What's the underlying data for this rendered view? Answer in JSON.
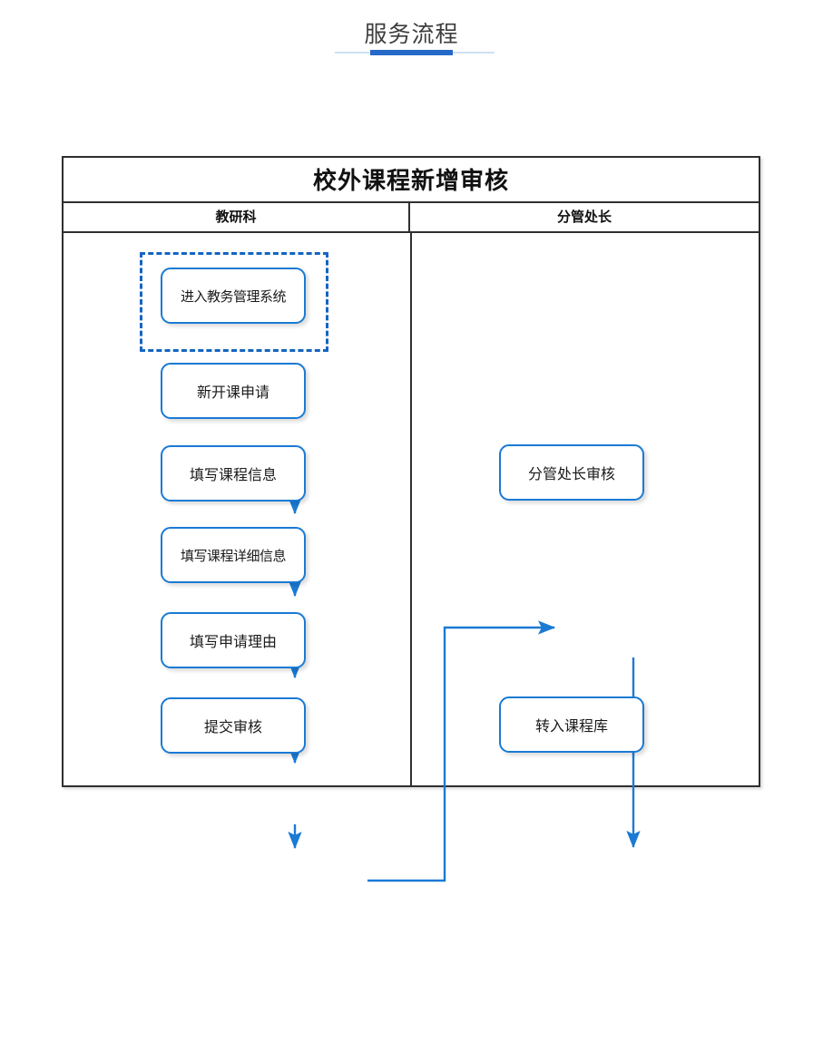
{
  "page": {
    "title": "服务流程",
    "accent_color": "#2569c8",
    "rule_color": "#cfe0f3"
  },
  "diagram": {
    "title": "校外课程新增审核",
    "border_color": "#2f2f2f",
    "node_border_color": "#1a7ad4",
    "connector_color": "#1a7ad4",
    "selection_color": "#1565c0",
    "lanes": [
      {
        "id": "lane-jiaoyanke",
        "label": "教研科"
      },
      {
        "id": "lane-fenguanchuzhang",
        "label": "分管处长"
      }
    ],
    "nodes": [
      {
        "id": "node-enter-system",
        "label": "进入教务管理系统",
        "lane": 0,
        "selected": true,
        "tight": true
      },
      {
        "id": "node-new-course",
        "label": "新开课申请",
        "lane": 0,
        "selected": false,
        "tight": false
      },
      {
        "id": "node-course-info",
        "label": "填写课程信息",
        "lane": 0,
        "selected": false,
        "tight": false
      },
      {
        "id": "node-course-detail",
        "label": "填写课程详细信息",
        "lane": 0,
        "selected": false,
        "tight": true
      },
      {
        "id": "node-apply-reason",
        "label": "填写申请理由",
        "lane": 0,
        "selected": false,
        "tight": false
      },
      {
        "id": "node-submit-review",
        "label": "提交审核",
        "lane": 0,
        "selected": false,
        "tight": false
      },
      {
        "id": "node-chief-review",
        "label": "分管处长审核",
        "lane": 1,
        "selected": false,
        "tight": false
      },
      {
        "id": "node-into-library",
        "label": "转入课程库",
        "lane": 1,
        "selected": false,
        "tight": false
      }
    ],
    "edges": [
      {
        "id": "edge-enter-to-new",
        "from": "node-enter-system",
        "to": "node-new-course"
      },
      {
        "id": "edge-new-to-info",
        "from": "node-new-course",
        "to": "node-course-info"
      },
      {
        "id": "edge-info-to-detail",
        "from": "node-course-info",
        "to": "node-course-detail"
      },
      {
        "id": "edge-detail-to-reason",
        "from": "node-course-detail",
        "to": "node-apply-reason"
      },
      {
        "id": "edge-reason-to-submit",
        "from": "node-apply-reason",
        "to": "node-submit-review"
      },
      {
        "id": "edge-submit-to-chief",
        "from": "node-submit-review",
        "to": "node-chief-review"
      },
      {
        "id": "edge-chief-to-library",
        "from": "node-chief-review",
        "to": "node-into-library"
      }
    ]
  }
}
